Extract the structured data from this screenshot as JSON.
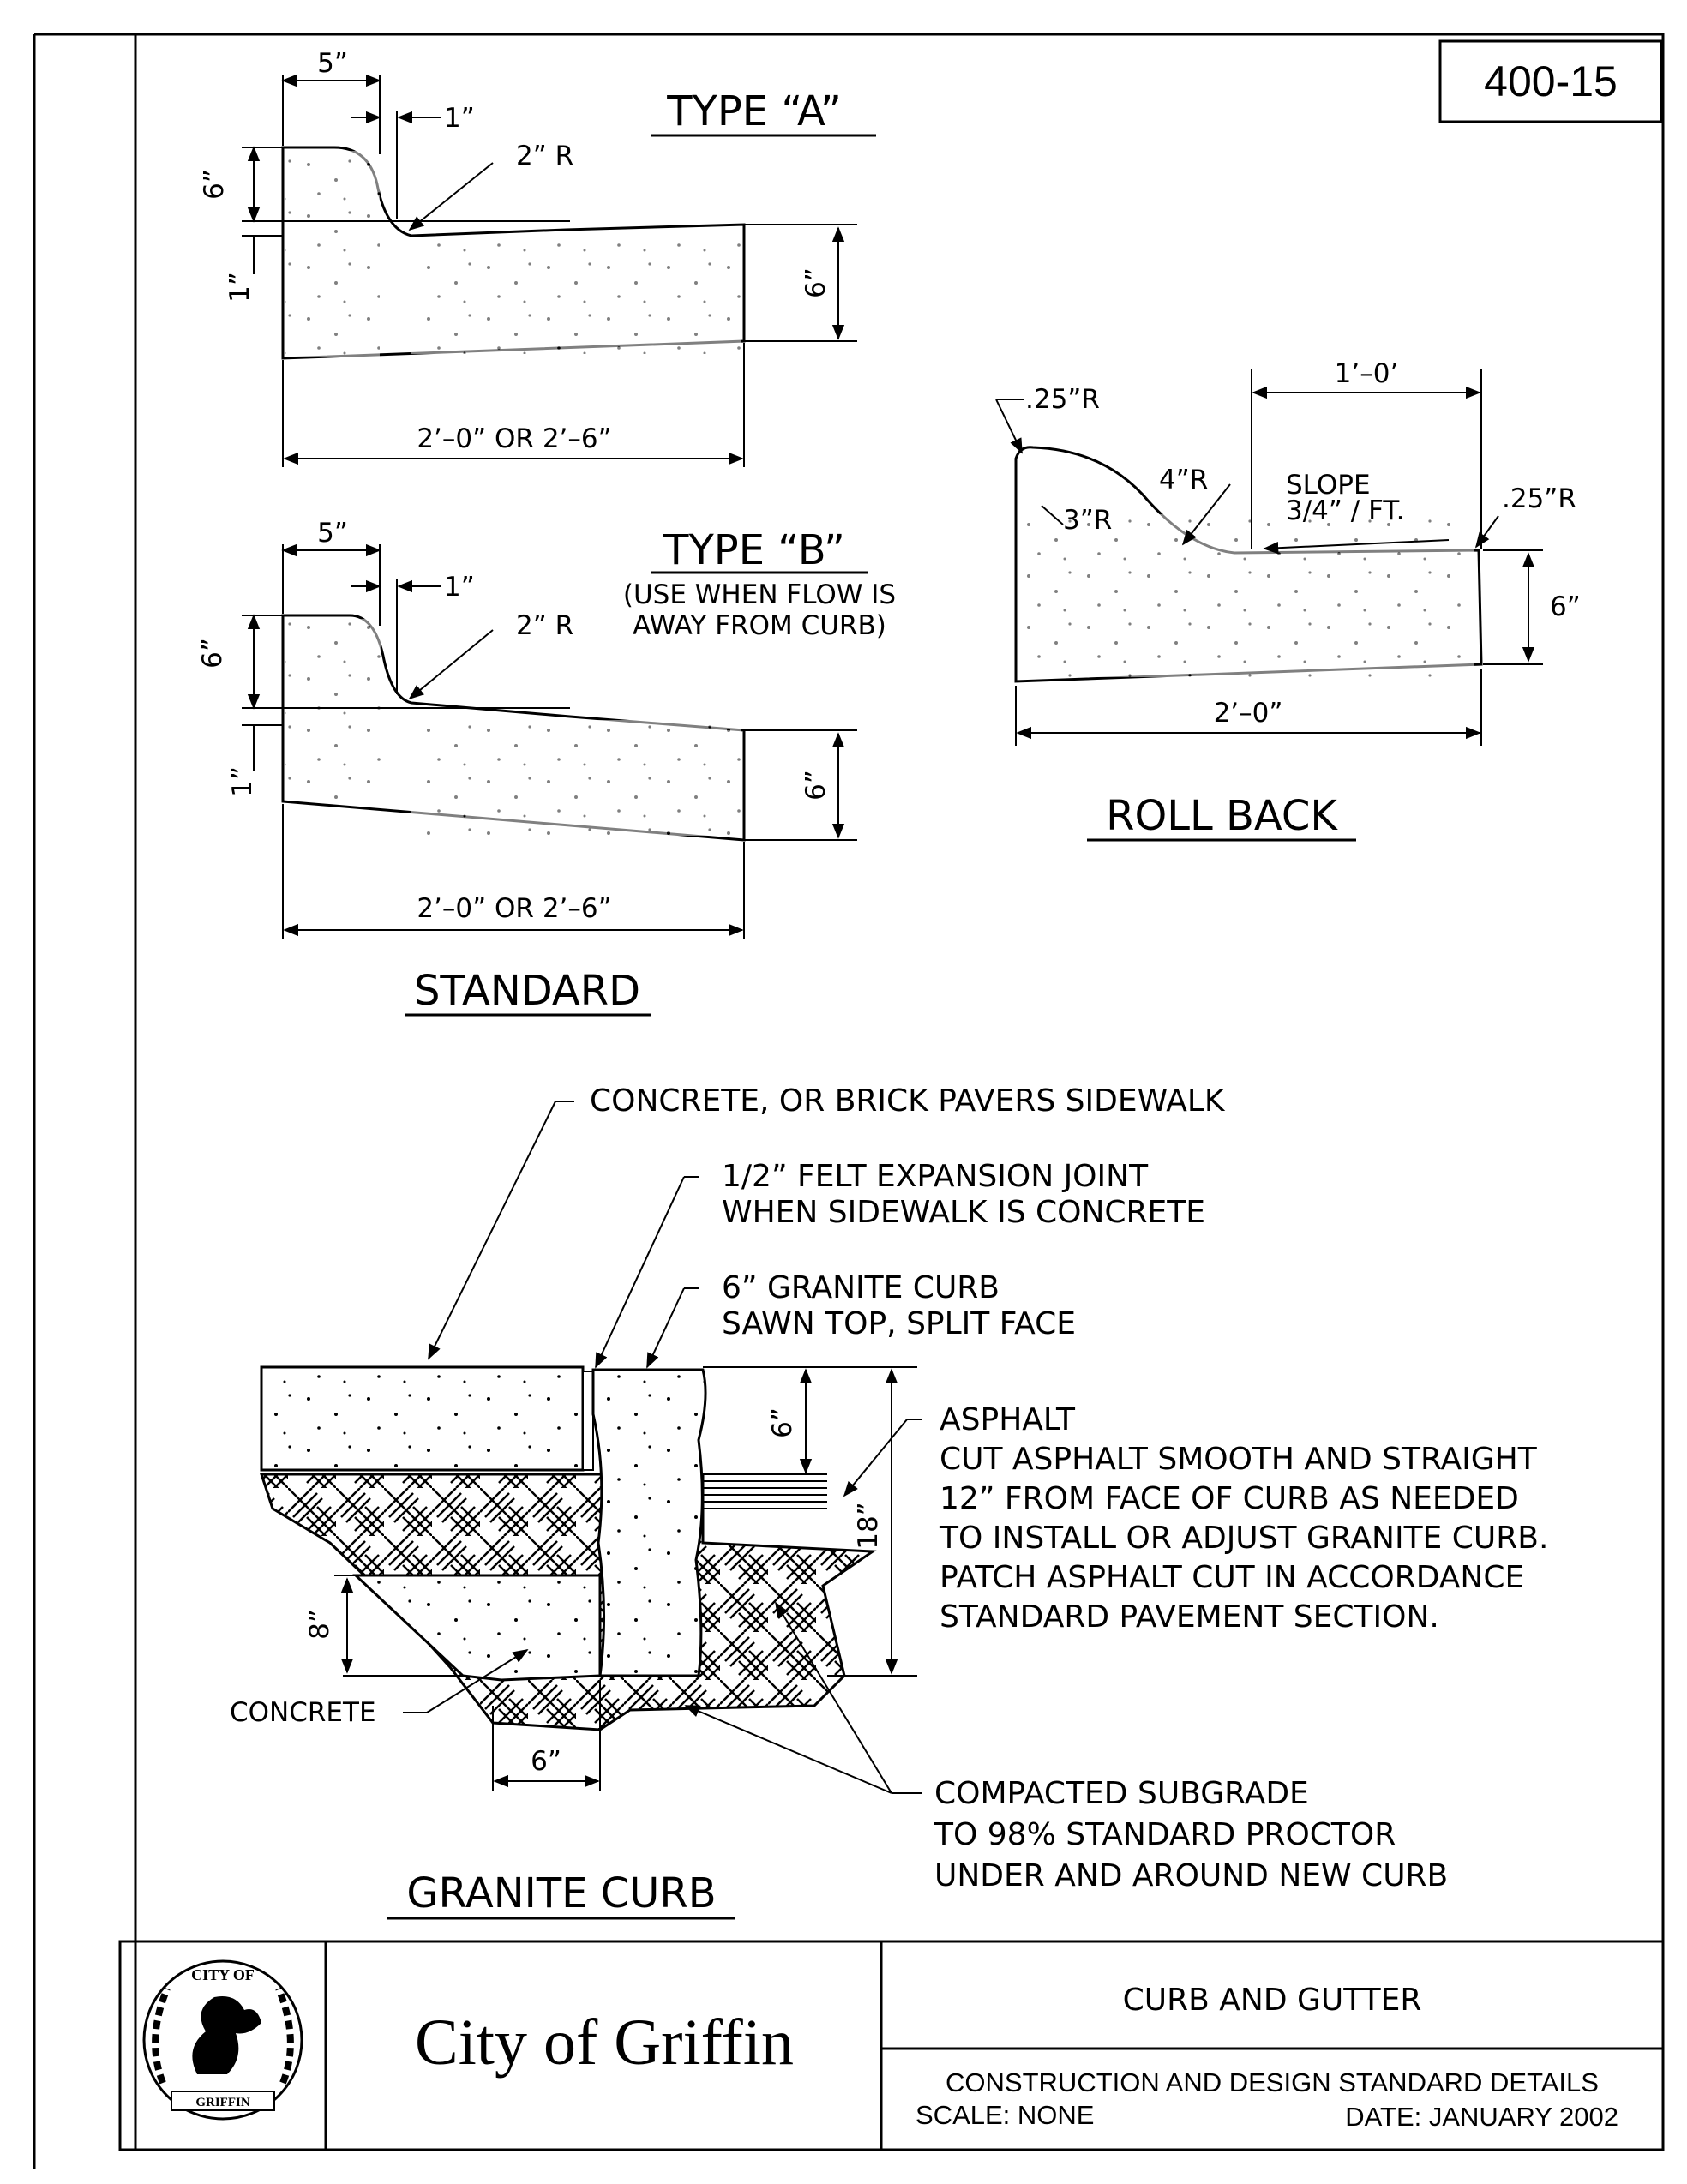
{
  "sheet_number": "400-15",
  "type_a": {
    "title": "TYPE “A”",
    "dim_top": "5”",
    "dim_lip": "1”",
    "radius": "2” R",
    "dim_curb_height": "6”",
    "dim_drop": "1”",
    "dim_depth": "6”",
    "dim_width": "2’–0” OR 2’–6”"
  },
  "type_b": {
    "title": "TYPE “B”",
    "note_line1": "(USE WHEN FLOW IS",
    "note_line2": "AWAY FROM CURB)",
    "dim_top": "5”",
    "dim_lip": "1”",
    "radius": "2” R",
    "dim_curb_height": "6”",
    "dim_drop": "1”",
    "dim_depth": "6”",
    "dim_width": "2’–0” OR 2’–6”"
  },
  "standard_label": "STANDARD",
  "roll_back": {
    "title": "ROLL BACK",
    "radius_left_top": ".25”R",
    "radius_inner": "3”R",
    "radius_curve": "4”R",
    "dim_slope_width": "1’–0’",
    "slope_line1": "SLOPE",
    "slope_line2": "3/4”  /  FT.",
    "radius_right_top": ".25”R",
    "dim_depth": "6”",
    "dim_width": "2’–0”"
  },
  "granite": {
    "title": "GRANITE CURB",
    "callout_sidewalk": "CONCRETE, OR BRICK PAVERS SIDEWALK",
    "callout_joint_line1": "1/2” FELT EXPANSION JOINT",
    "callout_joint_line2": "WHEN SIDEWALK IS CONCRETE",
    "callout_curb_line1": "6” GRANITE CURB",
    "callout_curb_line2": "SAWN TOP, SPLIT FACE",
    "asphalt_lines": [
      "ASPHALT",
      "CUT ASPHALT SMOOTH AND STRAIGHT",
      "12” FROM FACE OF CURB AS NEEDED",
      "TO INSTALL OR ADJUST GRANITE CURB.",
      "PATCH ASPHALT CUT IN ACCORDANCE",
      "STANDARD PAVEMENT SECTION."
    ],
    "dim_asphalt": "6”",
    "dim_total": "18”",
    "dim_concrete_depth": "8”",
    "dim_concrete_width": "6”",
    "concrete_label": "CONCRETE",
    "subgrade_lines": [
      "COMPACTED SUBGRADE",
      "TO 98% STANDARD PROCTOR",
      "UNDER AND AROUND NEW CURB"
    ]
  },
  "title_block": {
    "logo_top": "CITY OF",
    "logo_bottom": "GRIFFIN",
    "city_name": "City of Griffin",
    "drawing_title": "CURB AND GUTTER",
    "series": "CONSTRUCTION AND DESIGN STANDARD DETAILS",
    "scale": "SCALE: NONE",
    "date": "DATE: JANUARY 2002"
  }
}
